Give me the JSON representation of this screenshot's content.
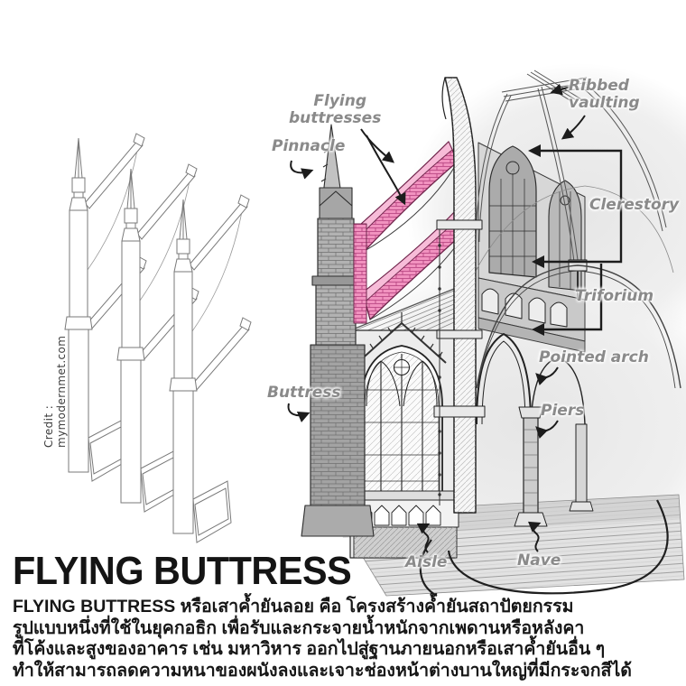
{
  "credit": "Credit : mymodernmet.com",
  "diagram": {
    "highlight_color": "#f192bf",
    "labels": {
      "flying_buttresses": "Flying buttresses",
      "pinnacle": "Pinnacle",
      "ribbed_vaulting": "Ribbed vaulting",
      "clerestory": "Clerestory",
      "triforium": "Triforium",
      "pointed_arch": "Pointed arch",
      "buttress": "Buttress",
      "piers": "Piers",
      "aisle": "Aisle",
      "nave": "Nave"
    }
  },
  "footer": {
    "title": "FLYING BUTTRESS",
    "description_lines": [
      "FLYING BUTTRESS หรือเสาค้ำยันลอย คือ โครงสร้างค้ำยันสถาปัตยกรรม",
      "รูปแบบหนึ่งที่ใช้ในยุคกอธิก เพื่อรับและกระจายน้ำหนักจากเพดานหรือหลังคา",
      "ที่โค้งและสูงของอาคาร เช่น มหาวิหาร ออกไปสู่ฐานภายนอกหรือเสาค้ำยันอื่น ๆ",
      "ทำให้สามารถลดความหนาของผนังลงและเจาะช่องหน้าต่างบานใหญ่ที่มีกระจกสีได้"
    ]
  }
}
